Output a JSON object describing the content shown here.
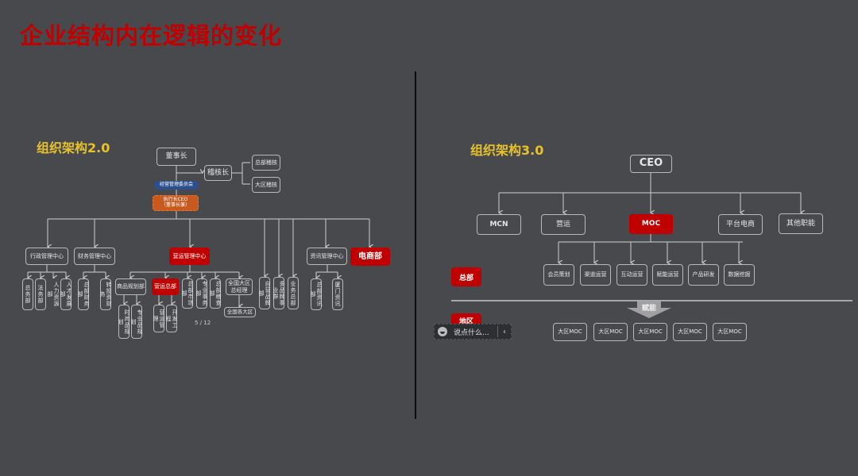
{
  "slide": {
    "title": "企业结构内在逻辑的变化",
    "page_indicator": "5 / 12"
  },
  "colors": {
    "background": "#48494d",
    "title_red": "#c00000",
    "subtitle_yellow": "#e8c22a",
    "highlight_red": "#c00000",
    "committee_blue": "#2c4f8f",
    "ceo_orange": "#c85a1e"
  },
  "org_v2": {
    "heading": "组织架构2.0",
    "chairman": "董事长",
    "chief_auditor": "稽核长",
    "audit_hq": "总部稽核",
    "audit_region": "大区稽核",
    "committee": "经营管理委员会",
    "ceo": "执行长CEO\n（董事长兼）",
    "centers": {
      "admin": "行政管理中心",
      "finance": "财务管理中心",
      "operations": "营运管理中心",
      "info": "资讯管理中心",
      "ecommerce": "电商部"
    },
    "admin_depts": [
      "总务部",
      "法务部",
      "人力资源部",
      "人才发展部"
    ],
    "finance_depts": [
      "总部财务部",
      "转投资财务"
    ],
    "operations_depts": {
      "merch": "商品规划部",
      "ops_hq": "营运总部",
      "market": "总部市场部",
      "pro": "专业事务部",
      "inspect": "总部稽查部",
      "region_gm": "全国大区总经理",
      "regions": "全国各大区",
      "merch_sub": [
        "时尚品规划",
        "专业品规划"
      ],
      "ops_sub": [
        "营运管理",
        "开发工程"
      ]
    },
    "standalone_depts": [
      "自营品牌部",
      "多品牌事业群",
      "业务总部"
    ],
    "info_depts": [
      "总部资讯部",
      "厦门资讯"
    ]
  },
  "org_v3": {
    "heading": "组织架构3.0",
    "ceo": "CEO",
    "level1": [
      "MCN",
      "营运",
      "MOC",
      "平台电商",
      "其他职能"
    ],
    "moc_children": [
      "会员策划",
      "渠道运营",
      "互动运营",
      "赋能运营",
      "产品研发",
      "数据挖掘"
    ],
    "hq_tag": "总部",
    "region_tag": "地区",
    "empower_label": "赋能",
    "regional_mocs": [
      "大区MOC",
      "大区MOC",
      "大区MOC",
      "大区MOC",
      "大区MOC"
    ]
  },
  "comment_widget": {
    "placeholder": "说点什么...",
    "emoji_icon": "smiley-icon",
    "collapse_icon": "chevron-left-icon"
  }
}
